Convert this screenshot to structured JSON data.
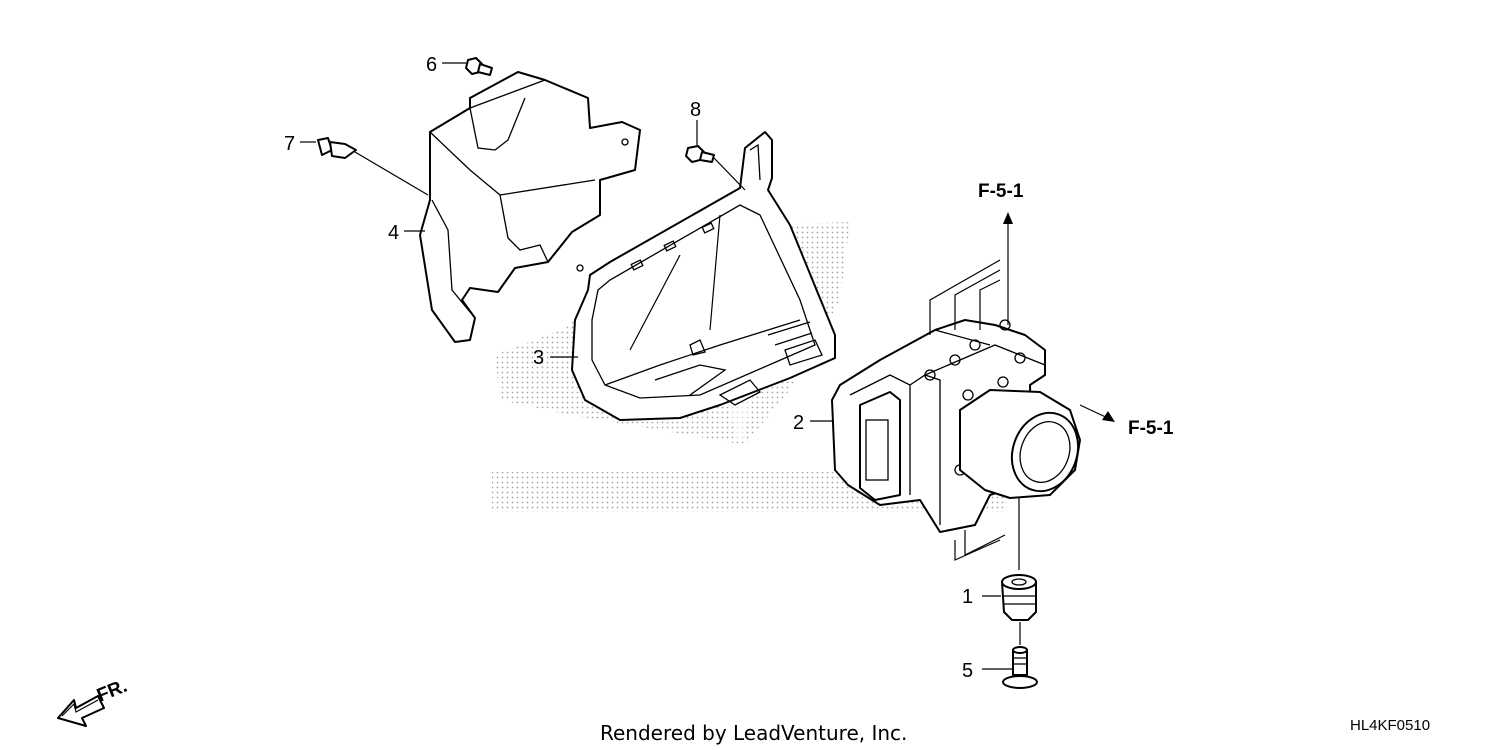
{
  "callouts": {
    "c1": "1",
    "c2": "2",
    "c3": "3",
    "c4": "4",
    "c5": "5",
    "c6": "6",
    "c7": "7",
    "c8": "8"
  },
  "references": {
    "top": "F-5-1",
    "right": "F-5-1"
  },
  "direction_label": "FR.",
  "footer_text": "Rendered by LeadVenture, Inc.",
  "diagram_code": "HL4KF0510"
}
